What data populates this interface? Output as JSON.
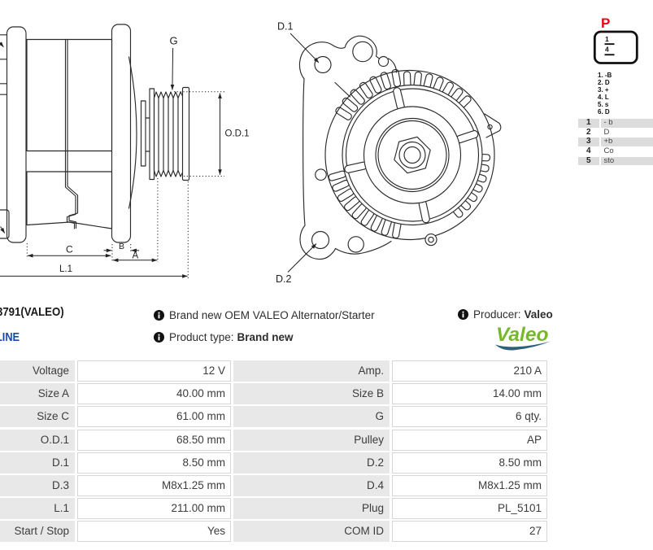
{
  "drawings": {
    "side_view": {
      "labels": {
        "g": "G",
        "od1": "O.D.1",
        "c": "C",
        "b": "B",
        "a": "A",
        "l1": "L.1"
      }
    },
    "front_view": {
      "labels": {
        "d1": "D.1",
        "d2": "D.2"
      }
    }
  },
  "pin_section": {
    "title_fragment": "P",
    "title_color": "#e30613",
    "connector_pins": [
      "1",
      "4"
    ],
    "pin_list": [
      "1. -B",
      "2. D",
      "3. +",
      "4. L",
      "5. s",
      "6. D"
    ],
    "pin_table": [
      {
        "num": "1",
        "desc": "- b"
      },
      {
        "num": "2",
        "desc": "D"
      },
      {
        "num": "3",
        "desc": "+b"
      },
      {
        "num": "4",
        "desc": "Co"
      },
      {
        "num": "5",
        "desc": "sto"
      }
    ]
  },
  "product": {
    "code_fragment": "3791(VALEO)",
    "line_fragment": "LINE",
    "line_color": "#1747ad",
    "description": "Brand new OEM VALEO Alternator/Starter",
    "product_type_label": "Product type:",
    "product_type_value": "Brand new",
    "producer_label": "Producer:",
    "producer_value": "Valeo",
    "brand_logo_text": "Valeo",
    "logo_green": "#76b82a",
    "logo_swoosh": "#2f6277"
  },
  "spec_table": {
    "rows": [
      {
        "label1": "Voltage",
        "value1": "12 V",
        "label2": "Amp.",
        "value2": "210 A"
      },
      {
        "label1": "Size A",
        "value1": "40.00 mm",
        "label2": "Size B",
        "value2": "14.00 mm"
      },
      {
        "label1": "Size C",
        "value1": "61.00 mm",
        "label2": "G",
        "value2": "6 qty."
      },
      {
        "label1": "O.D.1",
        "value1": "68.50 mm",
        "label2": "Pulley",
        "value2": "AP"
      },
      {
        "label1": "D.1",
        "value1": "8.50 mm",
        "label2": "D.2",
        "value2": "8.50 mm"
      },
      {
        "label1": "D.3",
        "value1": "M8x1.25 mm",
        "label2": "D.4",
        "value2": "M8x1.25 mm"
      },
      {
        "label1": "L.1",
        "value1": "211.00 mm",
        "label2": "Plug",
        "value2": "PL_5101"
      },
      {
        "label1": "Start / Stop",
        "value1": "Yes",
        "label2": "COM ID",
        "value2": "27"
      }
    ]
  }
}
